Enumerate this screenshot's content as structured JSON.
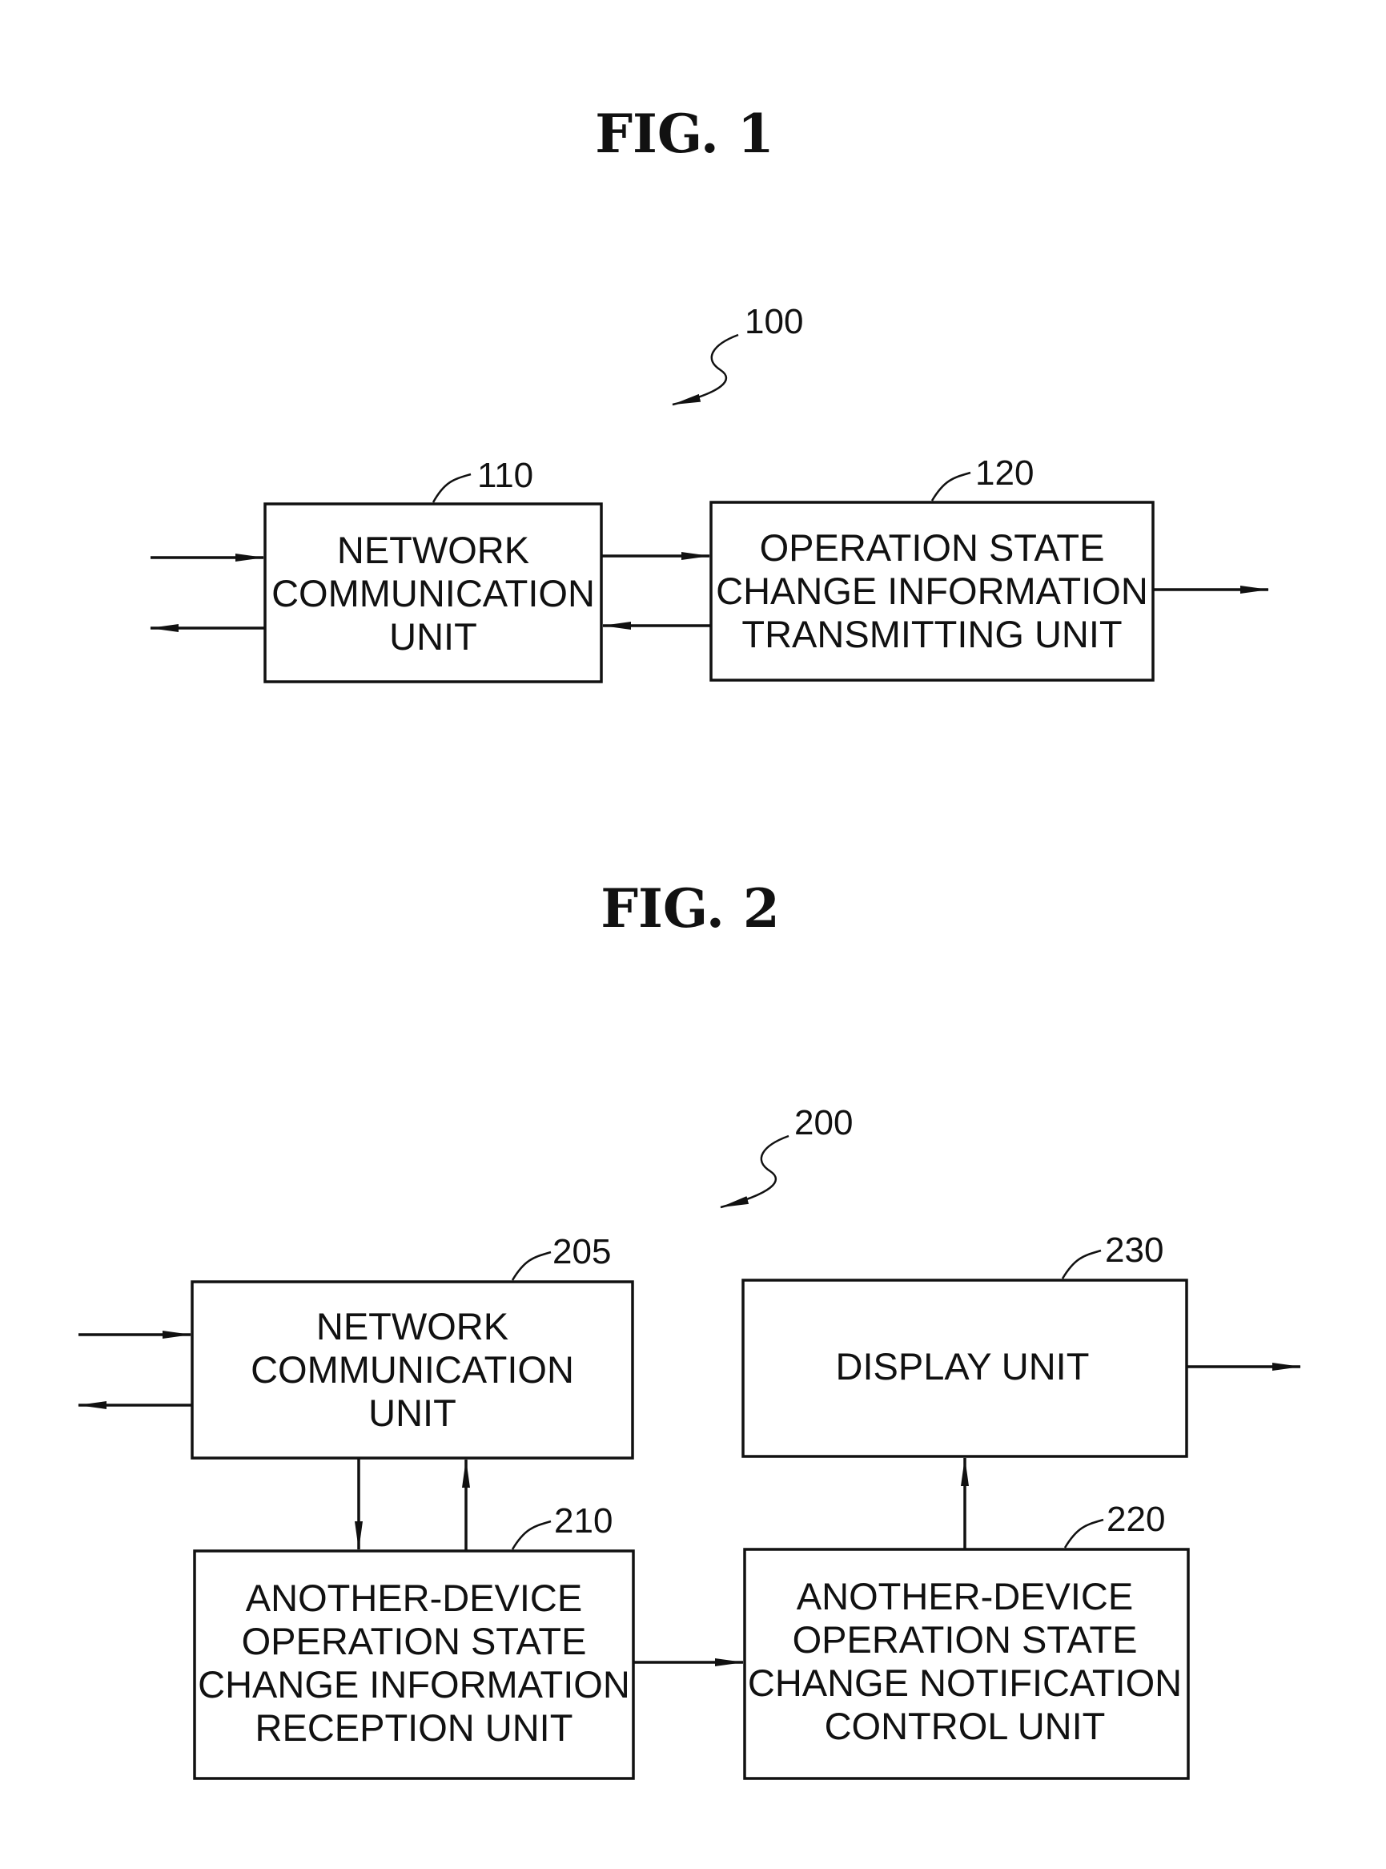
{
  "fig1": {
    "title": "FIG.  1",
    "ref_main": "100",
    "ref_110": "110",
    "ref_120": "120",
    "box_110_lines": [
      "NETWORK",
      "COMMUNICATION",
      "UNIT"
    ],
    "box_120_lines": [
      "OPERATION STATE",
      "CHANGE INFORMATION",
      "TRANSMITTING UNIT"
    ]
  },
  "fig2": {
    "title": "FIG.  2",
    "ref_main": "200",
    "ref_205": "205",
    "ref_210": "210",
    "ref_220": "220",
    "ref_230": "230",
    "box_205_lines": [
      "NETWORK",
      "COMMUNICATION",
      "UNIT"
    ],
    "box_210_lines": [
      "ANOTHER-DEVICE",
      "OPERATION STATE",
      "CHANGE INFORMATION",
      "RECEPTION UNIT"
    ],
    "box_220_lines": [
      "ANOTHER-DEVICE",
      "OPERATION STATE",
      "CHANGE NOTIFICATION",
      "CONTROL UNIT"
    ],
    "box_230_lines": [
      "DISPLAY UNIT"
    ]
  }
}
